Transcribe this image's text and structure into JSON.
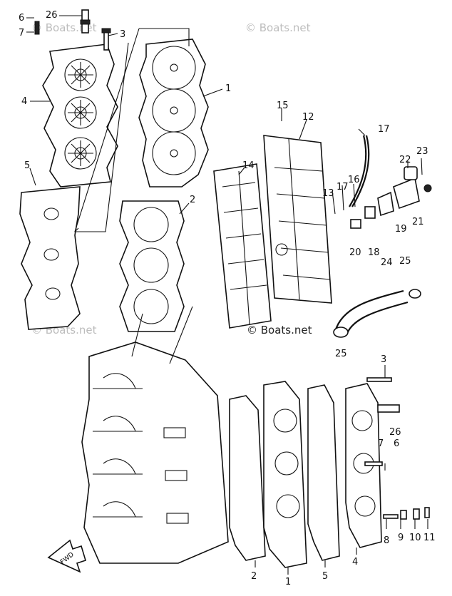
{
  "watermarks": [
    "© Boats.net",
    "© Boats.net",
    "© Boats.net",
    "© Boats.net"
  ],
  "front_arrow_label": "FWD",
  "callouts": [
    "1",
    "2",
    "3",
    "4",
    "5",
    "6",
    "7",
    "8",
    "9",
    "10",
    "11",
    "12",
    "13",
    "14",
    "15",
    "16",
    "17",
    "18",
    "19",
    "20",
    "21",
    "22",
    "23",
    "24",
    "25",
    "26"
  ],
  "callout_labels": {
    "c1_top": "1",
    "c2_top": "2",
    "c3_top": "3",
    "c4_top": "4",
    "c5_top": "5",
    "c6_top": "6",
    "c7_top": "7",
    "c26_top": "26",
    "c12": "12",
    "c13": "13",
    "c14": "14",
    "c15": "15",
    "c16": "16",
    "c17a": "17",
    "c17b": "17",
    "c18": "18",
    "c19": "19",
    "c20": "20",
    "c21": "21",
    "c22": "22",
    "c23": "23",
    "c24": "24",
    "c25a": "25",
    "c25b": "25",
    "c3_bot": "3",
    "c26_bot": "26",
    "c7_bot": "7",
    "c6_bot": "6",
    "c8": "8",
    "c9": "9",
    "c10": "10",
    "c11": "11",
    "c2_bot": "2",
    "c1_bot": "1",
    "c5_bot": "5",
    "c4_bot": "4"
  }
}
